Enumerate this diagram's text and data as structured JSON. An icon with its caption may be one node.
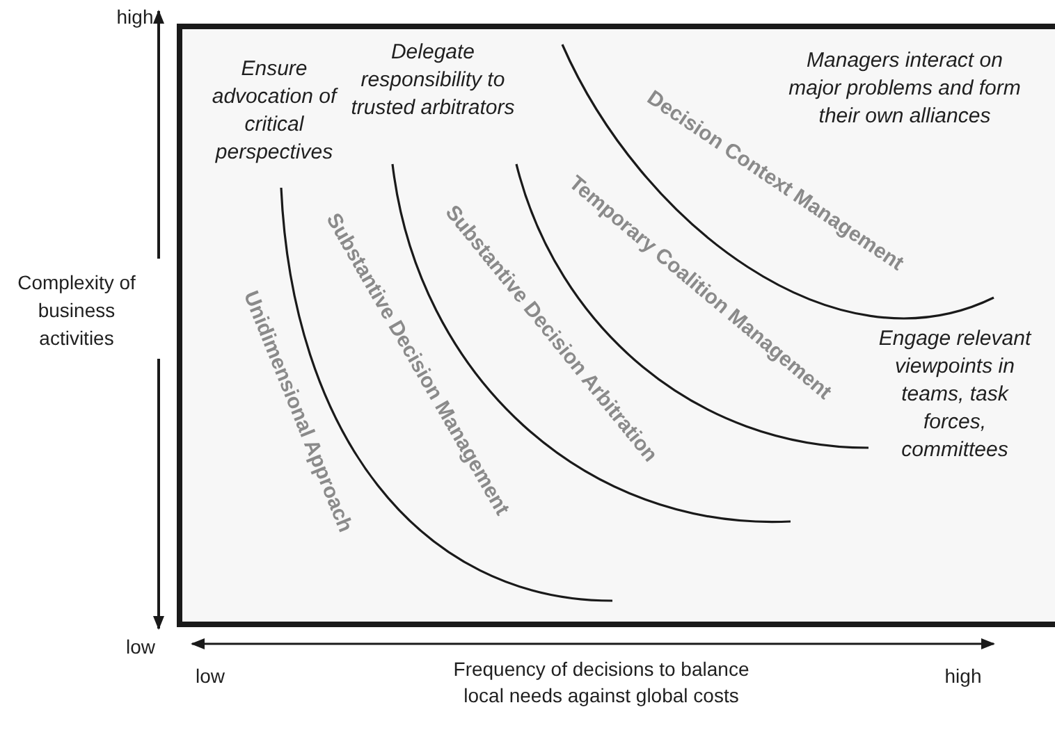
{
  "diagram": {
    "labels": [
      "high",
      "Ensure advocation of critical perspectives",
      "Delegate responsibility to trusted arbitrators",
      "Managers interact on major problems and form their own alliances",
      "Decision Context Management",
      "Temporary Coalition Management",
      "Substantive Decision Arbitration",
      "Substantive Decision Management",
      "Complexity of business activities",
      "Engage relevant viewpoints in teams, task forces, committees",
      "Unidimensional Approach",
      "low",
      "low",
      "Frequency of decisions to balance local needs against global costs",
      "high"
    ]
  }
}
